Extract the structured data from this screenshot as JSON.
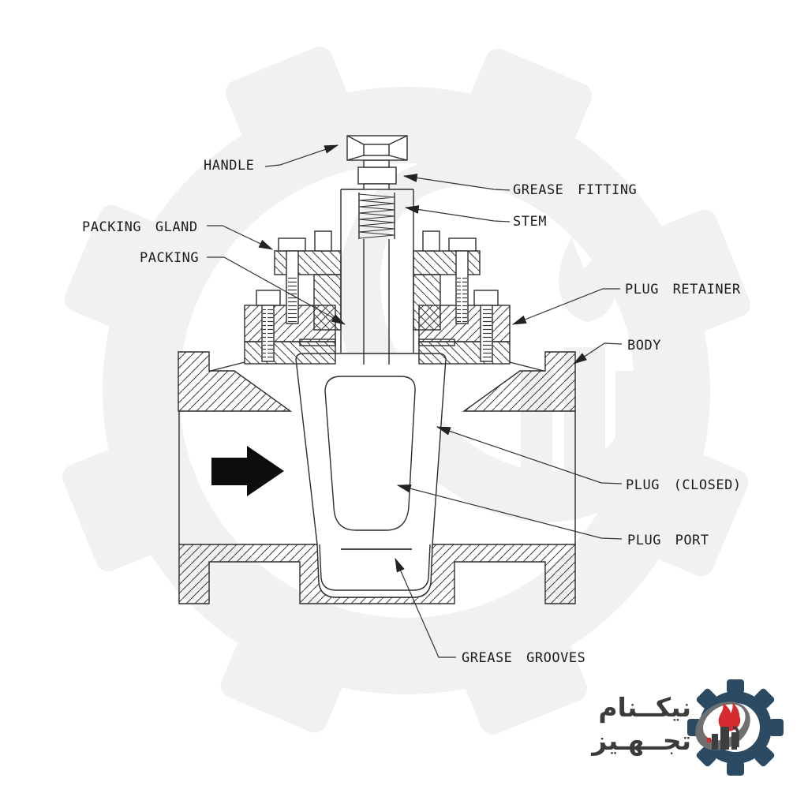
{
  "diagram": {
    "type": "engineering-cross-section",
    "subject": "lubricated plug valve",
    "labels": {
      "handle": "HANDLE",
      "grease_fitting": "GREASE FITTING",
      "stem": "STEM",
      "packing_gland": "PACKING GLAND",
      "packing": "PACKING",
      "plug_retainer": "PLUG RETAINER",
      "body": "BODY",
      "plug_closed": "PLUG (CLOSED)",
      "plug_port": "PLUG PORT",
      "grease_grooves": "GREASE GROOVES"
    }
  },
  "logo": {
    "brand_line1": "نیکــنام",
    "brand_line2": "تجــهـیز",
    "gear_color": "#2d4a63",
    "flame_color": "#d62b2e",
    "swoosh_color": "#6f6f6f",
    "industry_color": "#3e3e3e",
    "text_color": "#3b3b3b"
  },
  "colors": {
    "background": "#ffffff",
    "line": "#2e2e2e",
    "watermark": "#f1f1f1",
    "flow_arrow": "#0d0d0d"
  }
}
